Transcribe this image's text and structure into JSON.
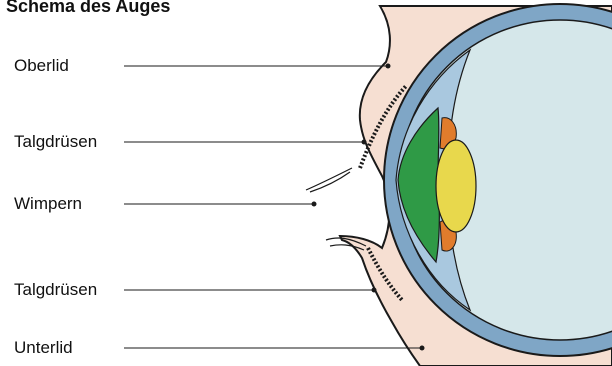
{
  "title": "Schema des Auges",
  "labels": {
    "oberlid": "Oberlid",
    "talgdruesen_oben": "Talgdrüsen",
    "wimpern": "Wimpern",
    "talgdruesen_unten": "Talgdrüsen",
    "unterlid": "Unterlid"
  },
  "colors": {
    "skin": "#f6dfd2",
    "sclera_ring": "#7fa6c6",
    "eye_interior": "#d5e7ea",
    "cornea_fluid": "#a9c8df",
    "iris_green": "#2f9a46",
    "iris_orange": "#e07c2c",
    "lens_yellow": "#e8d84c",
    "outline": "#1a1a1a"
  }
}
